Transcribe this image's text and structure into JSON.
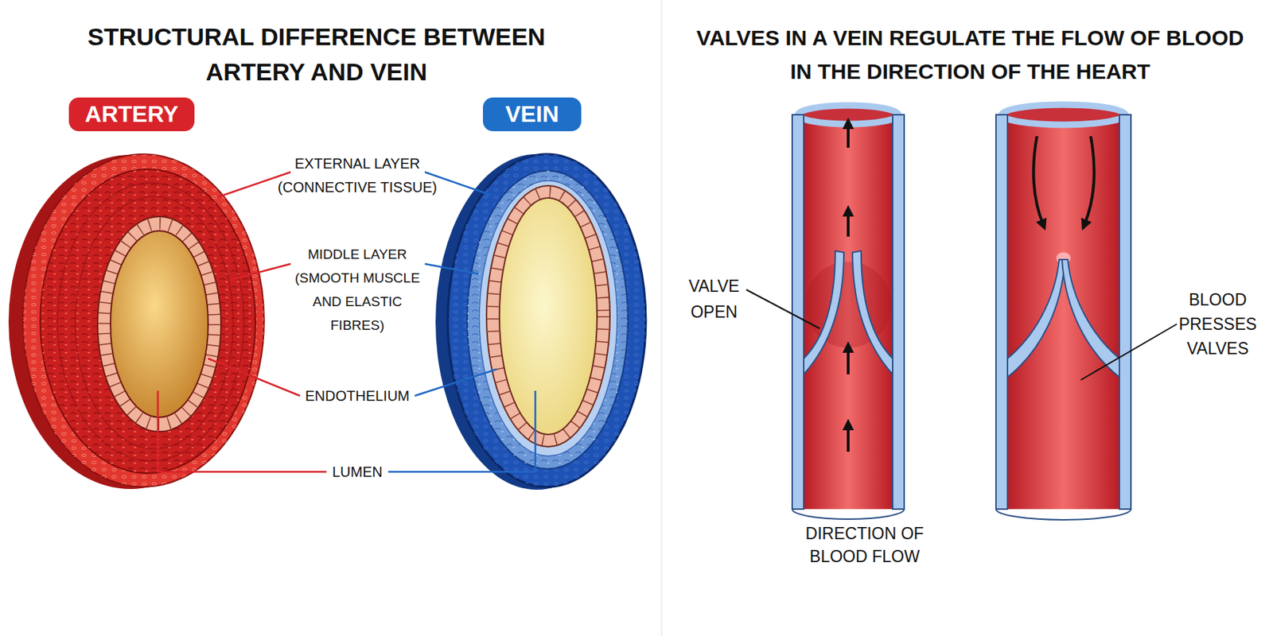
{
  "diagram": {
    "title": "STRUCTURAL DIFFERENCE BETWEEN ARTERY AND VEIN",
    "nodes": [
      {
        "text": [
          "ARTERY"
        ]
      },
      {
        "text": [
          "VEIN"
        ]
      }
    ],
    "labels": [
      "EXTERNAL LAYER (CONNECTIVE TISSUE)",
      "MIDDLE LAYER (SMOOTH MUSCLE AND ELASTIC FIBRES)",
      "ENDOTHELIUM",
      "LUMEN",
      "VALVES IN A VEIN REGULATE THE FLOW OF BLOOD IN THE DIRECTION OF THE HEART",
      "VALVE OPEN",
      "BLOOD PRESSES VALVES",
      "DIRECTION OF BLOOD FLOW"
    ]
  }
}
